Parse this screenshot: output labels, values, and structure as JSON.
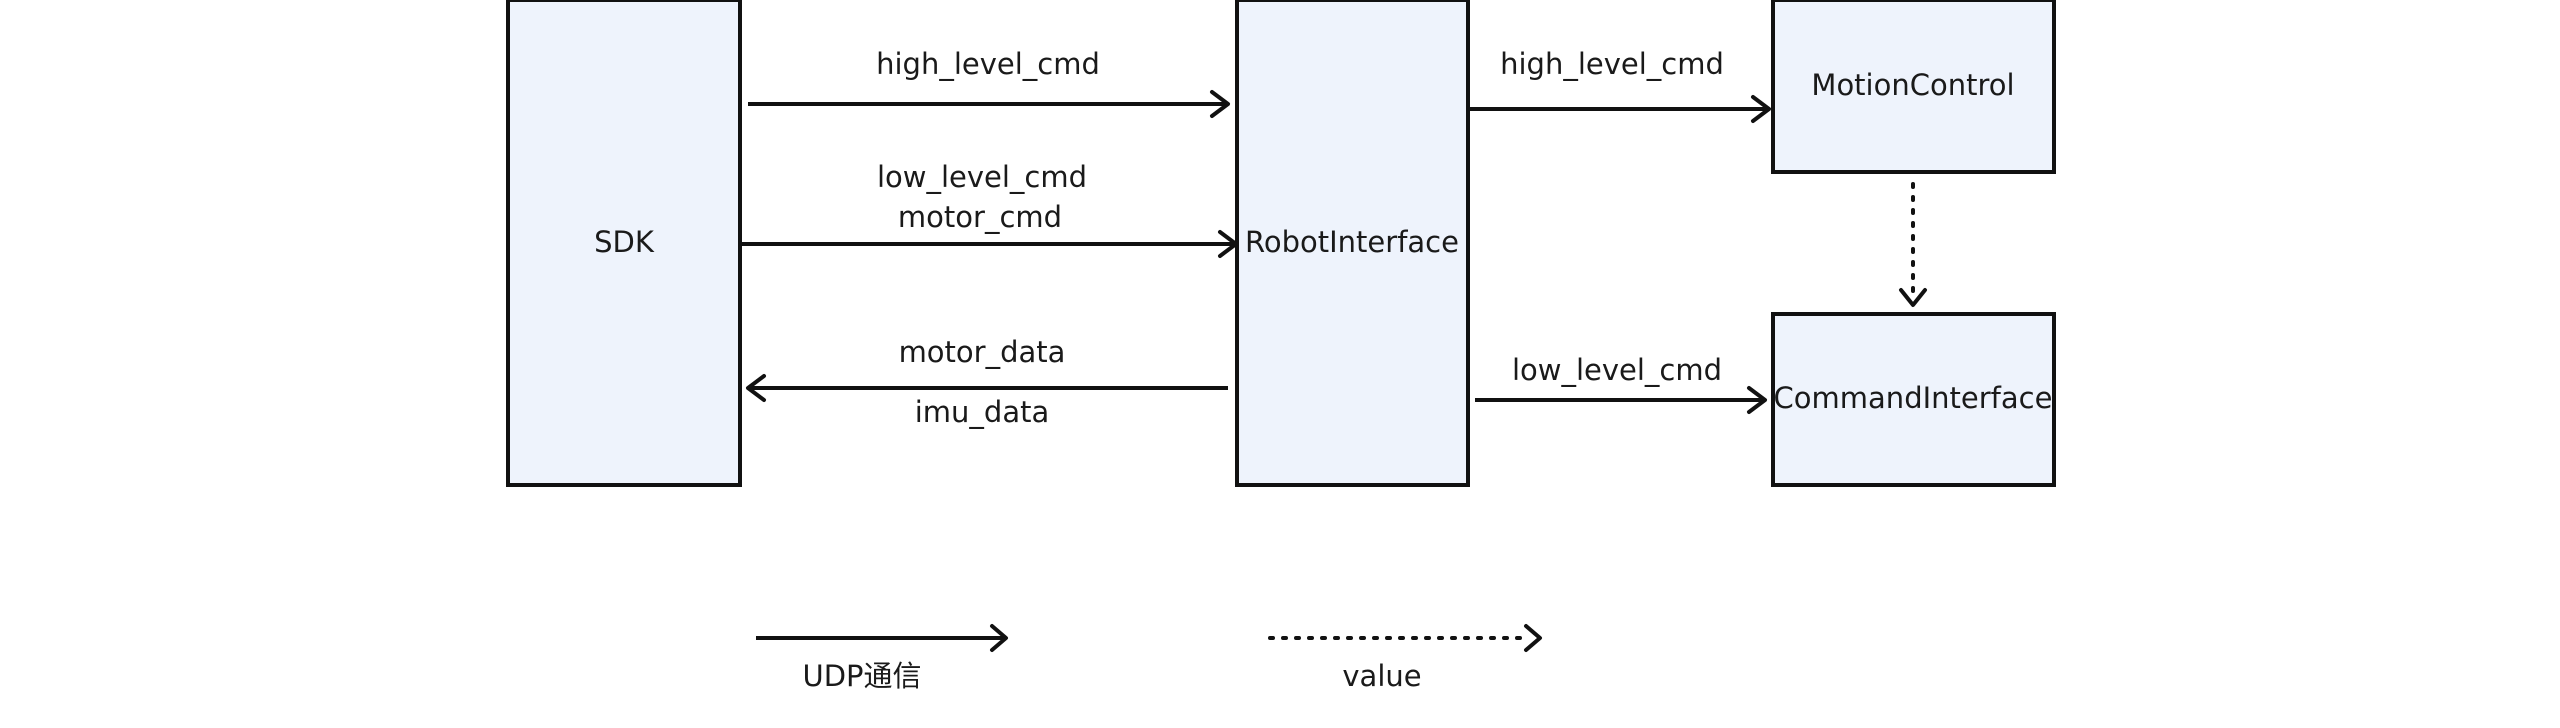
{
  "nodes": {
    "sdk": "SDK",
    "robot_interface": "RobotInterface",
    "motion_control": "MotionControl",
    "command_interface": "CommandInterface"
  },
  "edges": {
    "sdk_to_robot_high": "high_level_cmd",
    "sdk_to_robot_low_line1": "low_level_cmd",
    "sdk_to_robot_low_line2": "motor_cmd",
    "robot_to_sdk_line1": "motor_data",
    "robot_to_sdk_line2": "imu_data",
    "robot_to_motion": "high_level_cmd",
    "robot_to_command": "low_level_cmd"
  },
  "legend": {
    "solid_label": "UDP通信",
    "dotted_label": "value"
  },
  "colors": {
    "node_fill": "#eef3fc",
    "stroke": "#111111"
  }
}
